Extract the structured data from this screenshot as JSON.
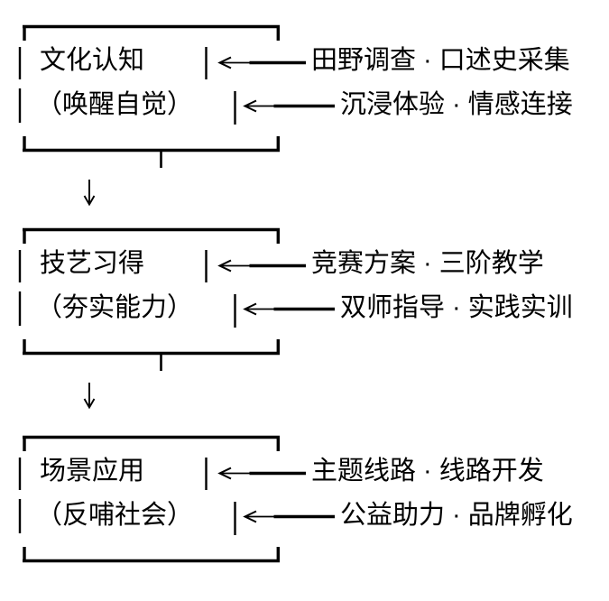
{
  "page": {
    "background": "#ffffff",
    "ink": "#000000"
  },
  "diagram": {
    "type": "flowchart",
    "direction": "top-down",
    "icons": {
      "input_arrow": "←",
      "flow_arrow": "↓"
    },
    "stages": [
      {
        "title": "文化认知",
        "subtitle": "（唤醒自觉）",
        "inputs": [
          "田野调查 · 口述史采集",
          "沉浸体验 · 情感连接"
        ]
      },
      {
        "title": "技艺习得",
        "subtitle": "（夯实能力）",
        "inputs": [
          "竞赛方案 · 三阶教学",
          "双师指导 · 实践实训"
        ]
      },
      {
        "title": "场景应用",
        "subtitle": "（反哺社会）",
        "inputs": [
          "主题线路 · 线路开发",
          "公益助力 · 品牌孵化"
        ]
      }
    ]
  }
}
